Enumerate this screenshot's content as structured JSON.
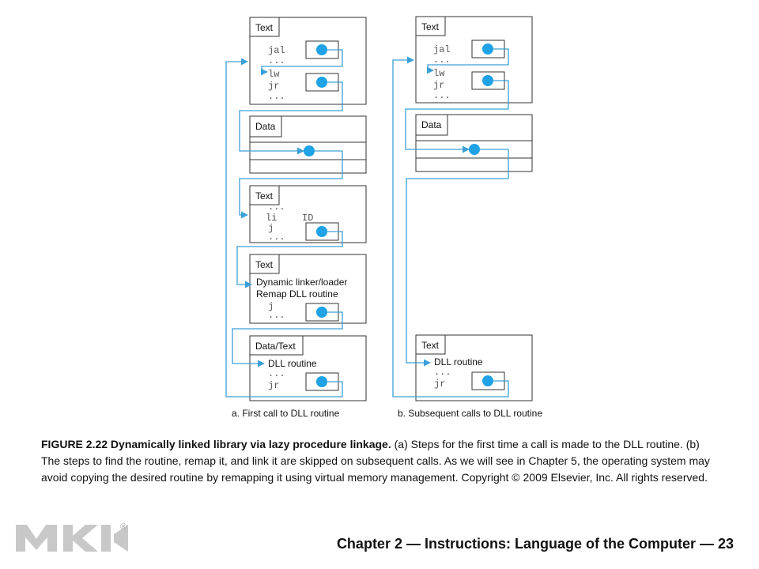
{
  "figure": {
    "panel_a": {
      "subtitle": "a. First call to DLL routine",
      "blocks": {
        "text1": {
          "label": "Text",
          "lines": [
            "jal",
            "...",
            "lw",
            "jr",
            "..."
          ]
        },
        "data": {
          "label": "Data"
        },
        "text2": {
          "label": "Text",
          "lines": [
            "...",
            "li",
            "ID",
            "j",
            "..."
          ]
        },
        "text3": {
          "label": "Text",
          "lines": [
            "Dynamic linker/loader",
            "Remap DLL routine",
            "j",
            "..."
          ]
        },
        "datatext": {
          "label": "Data/Text",
          "lines": [
            "DLL routine",
            "...",
            "jr"
          ]
        }
      }
    },
    "panel_b": {
      "subtitle": "b. Subsequent calls to DLL routine",
      "blocks": {
        "text1": {
          "label": "Text",
          "lines": [
            "jal",
            "...",
            "lw",
            "jr",
            "..."
          ]
        },
        "data": {
          "label": "Data"
        },
        "text2": {
          "label": "Text",
          "lines": [
            "DLL routine",
            "...",
            "jr"
          ]
        }
      }
    },
    "colors": {
      "arrow": "#3aa0d8",
      "dot": "#1fa2e6",
      "box_stroke": "#333333"
    }
  },
  "caption": {
    "lead": "FIGURE 2.22 Dynamically linked library via lazy procedure linkage.",
    "body": " (a) Steps for the first time a call is made to the DLL routine. (b) The steps to find the routine, remap it, and link it are skipped on subsequent calls. As we will see in Chapter 5, the operating system may avoid copying the desired routine by remapping it using virtual memory management. Copyright © 2009 Elsevier, Inc. All rights reserved."
  },
  "footer": {
    "text": "Chapter 2 — Instructions: Language of the Computer — 23"
  },
  "logo": {
    "mark": "MK",
    "registered": "®"
  }
}
